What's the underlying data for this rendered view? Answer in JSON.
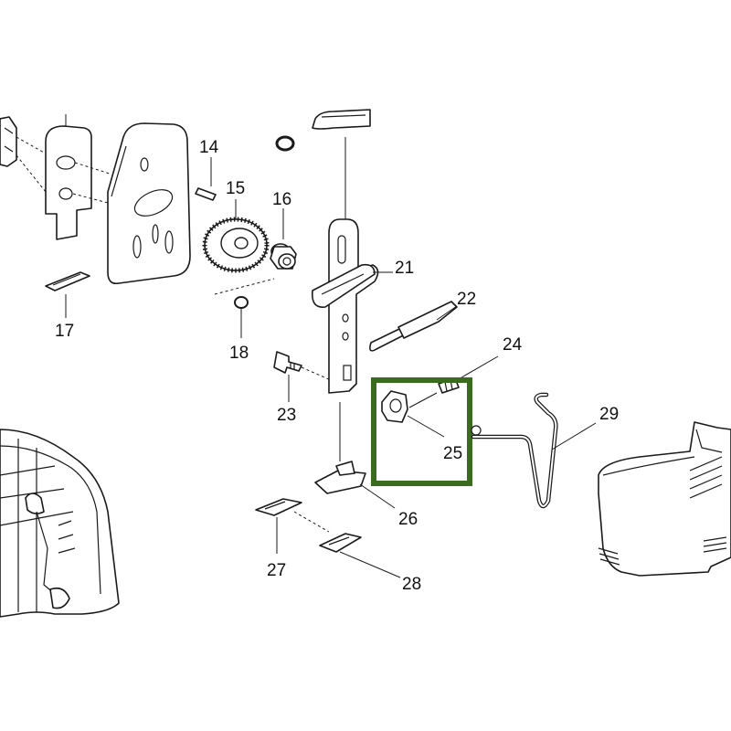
{
  "diagram": {
    "part_numbers": {
      "p14": "14",
      "p15": "15",
      "p16": "16",
      "p17": "17",
      "p18": "18",
      "p21": "21",
      "p22": "22",
      "p23": "23",
      "p24": "24",
      "p25": "25",
      "p26": "26",
      "p27": "27",
      "p28": "28",
      "p29": "29"
    },
    "highlight": {
      "part": "25",
      "color": "#3a6b1f"
    }
  }
}
